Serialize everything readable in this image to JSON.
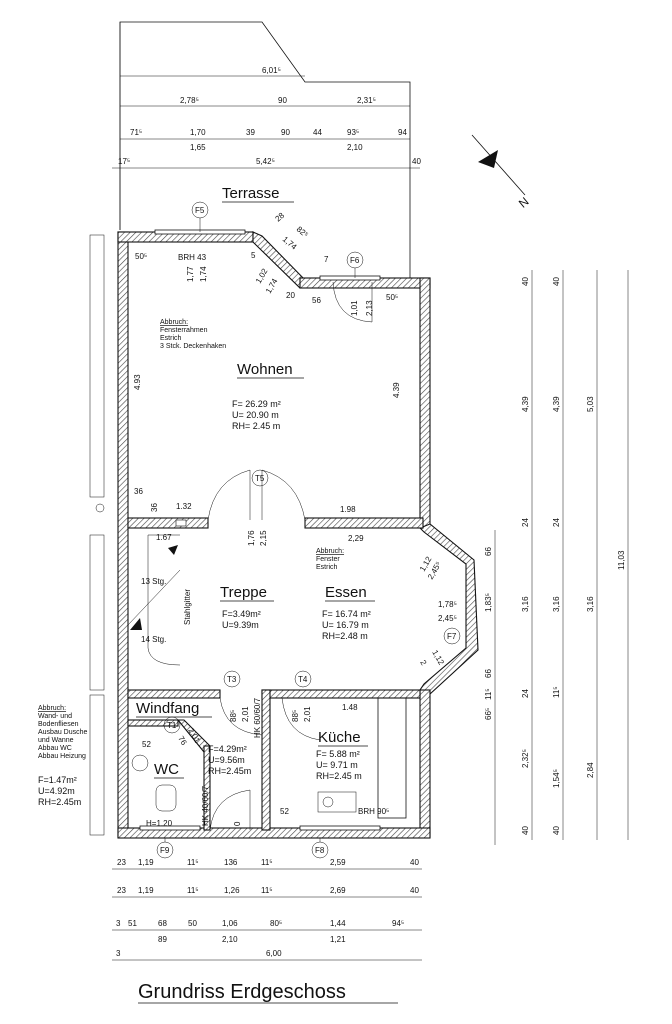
{
  "title": "Grundriss Erdgeschoss",
  "rooms": {
    "terrasse": "Terrasse",
    "wohnen": "Wohnen",
    "wohnen_f": "F=  26.29  m²",
    "wohnen_u": "U=  20.90  m",
    "wohnen_rh": "RH=  2.45  m",
    "treppe": "Treppe",
    "treppe_f": "F=3.49m²",
    "treppe_u": "U=9.39m",
    "essen": "Essen",
    "essen_f": "F=  16.74  m²",
    "essen_u": "U=  16.79  m",
    "essen_rh": "RH=2.48  m",
    "windfang": "Windfang",
    "windfang_f": "F=4.29m²",
    "windfang_u": "U=9.56m",
    "windfang_rh": "RH=2.45m",
    "kueche": "Küche",
    "kueche_f": "F=  5.88  m²",
    "kueche_u": "U=  9.71  m",
    "kueche_rh": "RH=2.45  m",
    "wc": "WC",
    "wc_f": "F=1.47m²",
    "wc_u": "U=4.92m",
    "wc_rh": "RH=2.45m"
  },
  "notes": {
    "abbruch_wohnen": [
      "Abbruch:",
      "Fensterrahmen",
      "Estrich",
      "3 Stck. Deckenhaken"
    ],
    "abbruch_essen": [
      "Abbruch:",
      "Fenster",
      "Estrich"
    ],
    "abbruch_wc": [
      "Abbruch:",
      "Wand- und",
      "Bodenfliesen",
      "Ausbau Dusche",
      "und Wanne",
      "Abbau WC",
      "Abbau Heizung"
    ],
    "stahlgitter": "Stahlgitter",
    "stg13": "13 Stg.",
    "stg14": "14 Stg."
  },
  "markers": [
    "F5",
    "F6",
    "T5",
    "F7",
    "T3",
    "T4",
    "T1",
    "F9",
    "F8"
  ],
  "openings": {
    "brh43": "BRH 43",
    "brh90": "BRH 90⁵",
    "hk1": "HK 60/60/7",
    "hk2": "HK 40/60/7",
    "h120": "H=1.20"
  },
  "dims_top": {
    "r1": [
      "6,01⁵"
    ],
    "r2": [
      "2,78⁵",
      "90",
      "2,31⁵"
    ],
    "r3": [
      "71⁵",
      "1,70",
      "39",
      "90",
      "44",
      "93⁵",
      "94"
    ],
    "r3b": [
      "1,65",
      "2,10"
    ],
    "r4": [
      "17⁵",
      "5,42⁵",
      "40"
    ]
  },
  "dims_bottom": {
    "r1": [
      "23",
      "1,19",
      "11⁵",
      "136",
      "11⁵",
      "2,59",
      "40"
    ],
    "r2": [
      "23",
      "1,19",
      "11⁵",
      "1,26",
      "11⁵",
      "2,69",
      "40"
    ],
    "r3": [
      "3",
      "51",
      "68",
      "50",
      "1,06",
      "80⁵",
      "1,44",
      "94⁵"
    ],
    "r3b": [
      "89",
      "2,10",
      "1,21"
    ],
    "r4": [
      "3",
      "6,00"
    ]
  },
  "dims_right": {
    "c1": [
      "40",
      "4,39",
      "24",
      "3,16",
      "24",
      "2,32⁵",
      "40"
    ],
    "c2": [
      "40",
      "4,39",
      "24",
      "3,16",
      "11⁵",
      "1,54⁵",
      "40"
    ],
    "c3": [
      "5,03",
      "3,16",
      "2,84"
    ],
    "c4": [
      "11,03"
    ],
    "c5": [
      "66",
      "1,83⁵",
      "66",
      "11⁵",
      "66⁵"
    ]
  },
  "dims_inner": {
    "d505a": "50⁵",
    "d505b": "50⁵",
    "d177": "1,77",
    "d174": "1,74",
    "d102": "1,02",
    "d174b": "1,74",
    "d5": "5",
    "d20": "20",
    "d56": "56",
    "d101": "1,01",
    "d213": "2,13",
    "d28": "28",
    "d174c": "1,74",
    "d825": "82⁵",
    "d7": "7",
    "d493": "4.93",
    "d439": "4.39",
    "d36a": "36",
    "d36b": "36",
    "d132": "1.32",
    "d198": "1.98",
    "d176": "1,76",
    "d215": "2,15",
    "d167": "1.67",
    "d229": "2,29",
    "d112": "1,12",
    "d245a": "2,45⁵",
    "d178": "1,78⁵",
    "d245b": "2,45⁵",
    "d2": "2",
    "d112b": "1,12",
    "d885a": "88⁵",
    "d201a": "2,01",
    "d885b": "88⁵",
    "d201b": "2,01",
    "d148": "1.48",
    "d52a": "52",
    "d76": "76",
    "d201c": "2,01",
    "d52b": "52",
    "d0": "0"
  }
}
